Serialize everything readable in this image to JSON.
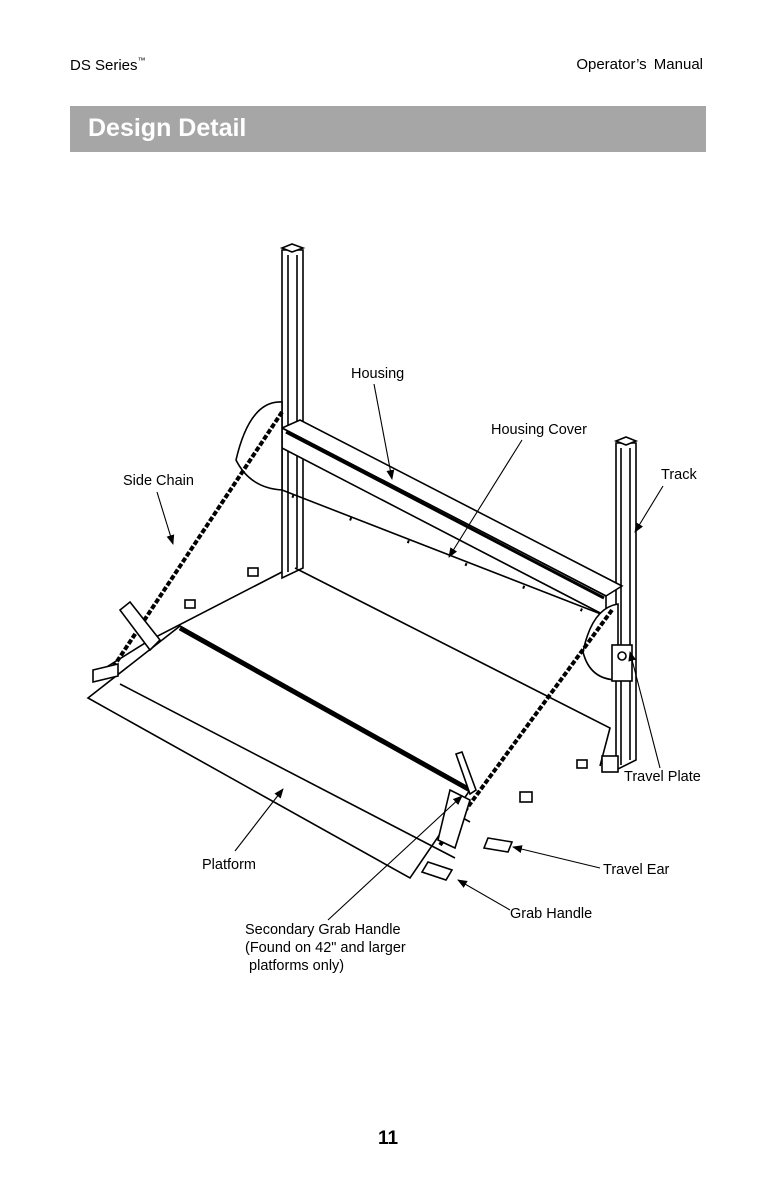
{
  "header": {
    "series": "DS Series",
    "tm": "™",
    "manual": "Operator’s  Manual"
  },
  "section_title": "Design Detail",
  "labels": {
    "housing": "Housing",
    "housing_cover": "Housing Cover",
    "side_chain": "Side Chain",
    "track": "Track",
    "travel_plate": "Travel Plate",
    "platform": "Platform",
    "travel_ear": "Travel Ear",
    "grab_handle": "Grab Handle",
    "secondary_line1": "Secondary Grab Handle",
    "secondary_line2": "(Found on 42\" and larger",
    "secondary_line3": " platforms only)"
  },
  "page_number": "11"
}
